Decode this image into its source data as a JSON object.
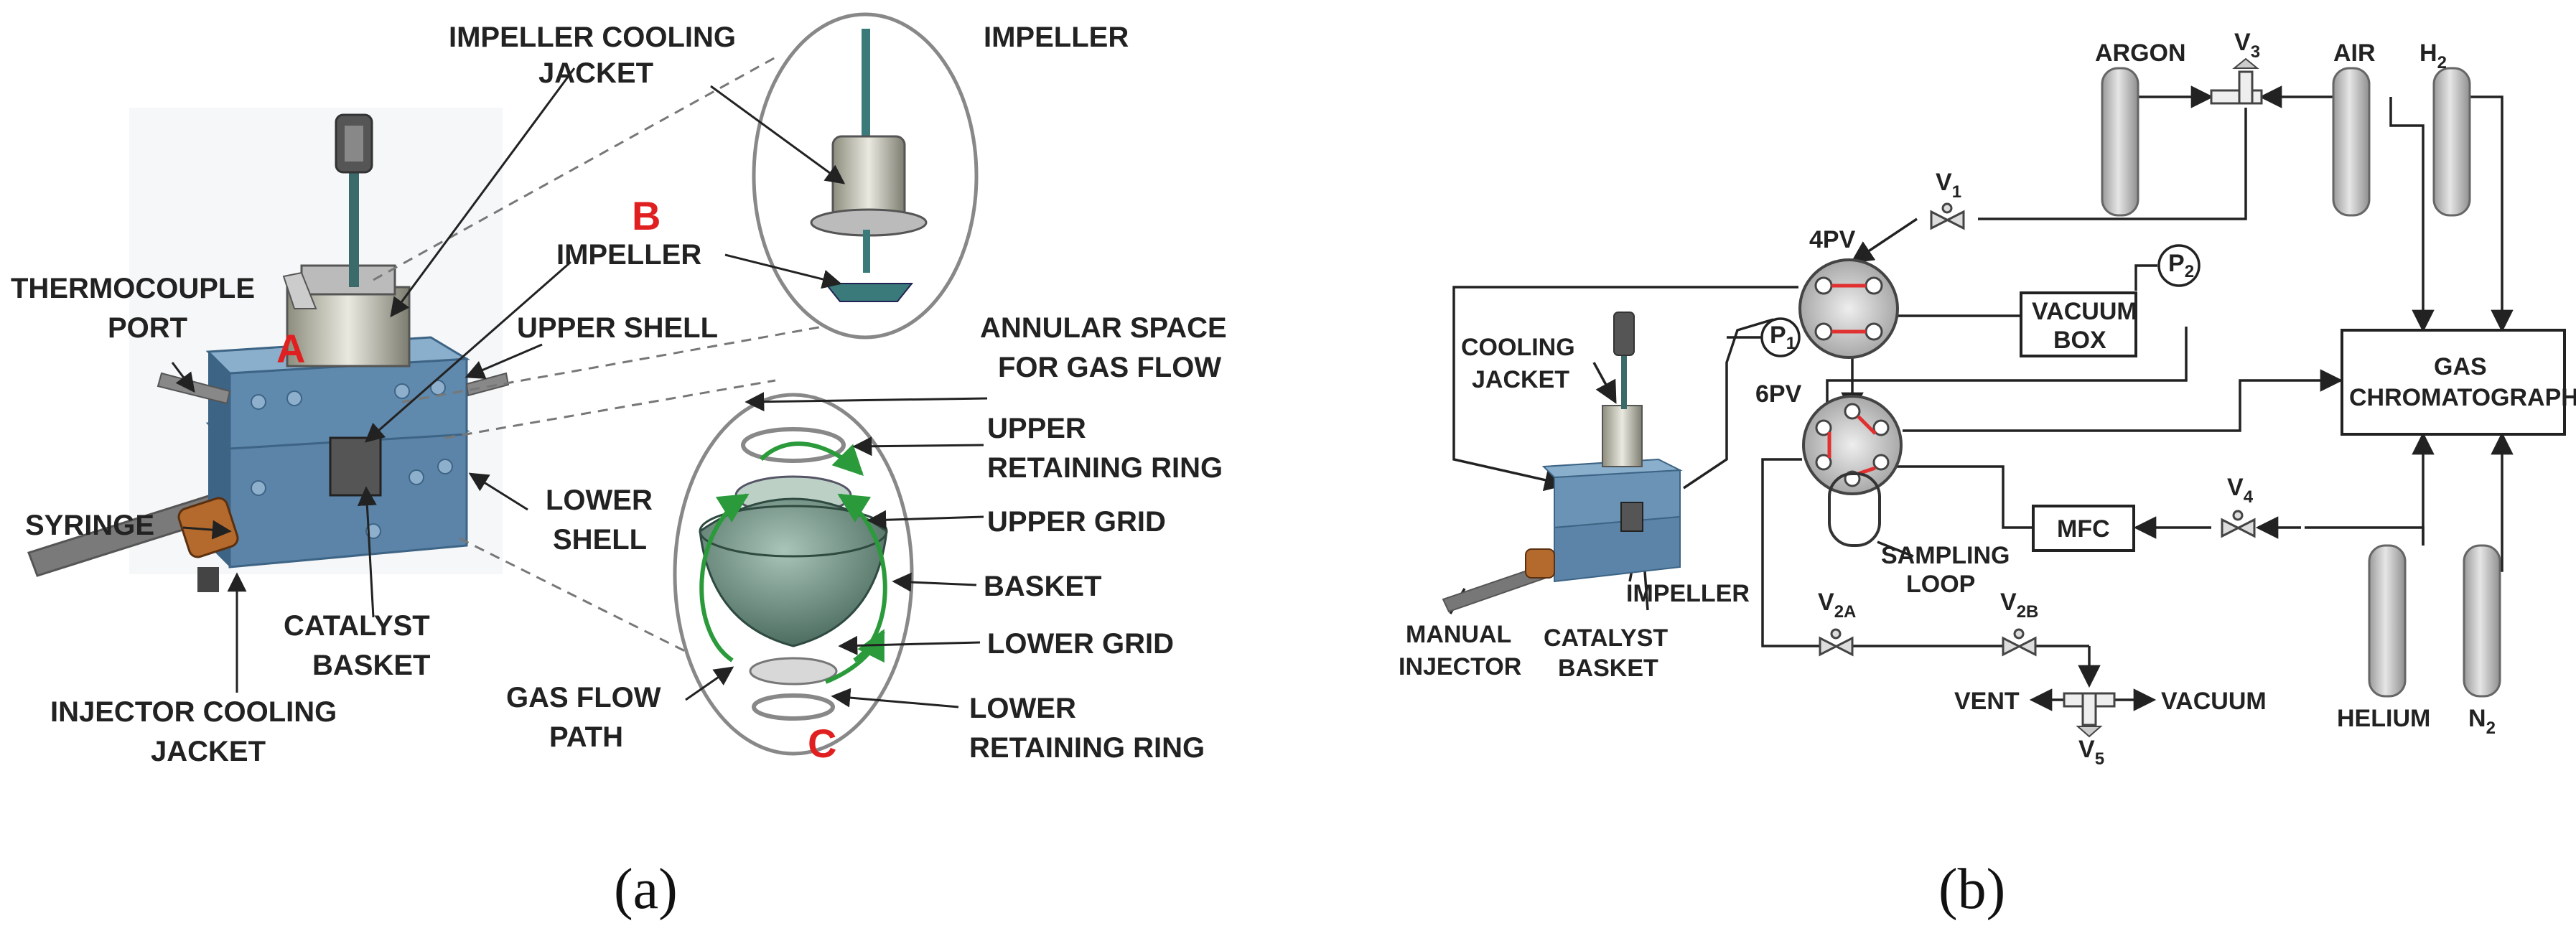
{
  "panel_a": {
    "caption": "(a)",
    "section_letters": {
      "a": "A",
      "b": "B",
      "c": "C"
    },
    "labels": {
      "impeller_cooling_jacket_1": "IMPELLER COOLING",
      "impeller_cooling_jacket_2": "JACKET",
      "impeller_top": "IMPELLER",
      "thermocouple_port_1": "THERMOCOUPLE",
      "thermocouple_port_2": "PORT",
      "impeller_mid": "IMPELLER",
      "upper_shell": "UPPER SHELL",
      "annular_space_1": "ANNULAR  SPACE",
      "annular_space_2": "FOR GAS FLOW",
      "upper_retaining_ring_1": "UPPER",
      "upper_retaining_ring_2": "RETAINING RING",
      "upper_grid": "UPPER GRID",
      "lower_shell_1": "LOWER",
      "lower_shell_2": "SHELL",
      "syringe": "SYRINGE",
      "basket": "BASKET",
      "catalyst_basket_1": "CATALYST",
      "catalyst_basket_2": "BASKET",
      "lower_grid": "LOWER GRID",
      "injector_cooling_jacket_1": "INJECTOR COOLING",
      "injector_cooling_jacket_2": "JACKET",
      "gas_flow_path_1": "GAS FLOW",
      "gas_flow_path_2": "PATH",
      "lower_retaining_ring_1": "LOWER",
      "lower_retaining_ring_2": "RETAINING RING"
    }
  },
  "panel_b": {
    "caption": "(b)",
    "cylinders": {
      "argon": "ARGON",
      "air": "AIR",
      "h2": "H",
      "h2_sub": "2",
      "helium": "HELIUM",
      "n2": "N",
      "n2_sub": "2"
    },
    "valves": {
      "v1": "V",
      "v1_sub": "1",
      "v3": "V",
      "v3_sub": "3",
      "v4": "V",
      "v4_sub": "4",
      "v2a": "V",
      "v2a_sub": "2A",
      "v2b": "V",
      "v2b_sub": "2B",
      "v5": "V",
      "v5_sub": "5"
    },
    "gauges": {
      "p1": "P",
      "p1_sub": "1",
      "p2": "P",
      "p2_sub": "2"
    },
    "components": {
      "four_pv": "4PV",
      "six_pv": "6PV",
      "vacuum_box_1": "VACUUM",
      "vacuum_box_2": "BOX",
      "gas_chromatograph_1": "GAS",
      "gas_chromatograph_2": "CHROMATOGRAPH",
      "mfc": "MFC",
      "sampling_loop_1": "SAMPLING",
      "sampling_loop_2": "LOOP",
      "cooling_jacket_1": "COOLING",
      "cooling_jacket_2": "JACKET",
      "impeller": "IMPELLER",
      "catalyst_basket_1": "CATALYST",
      "catalyst_basket_2": "BASKET",
      "manual_injector_1": "MANUAL",
      "manual_injector_2": "INJECTOR",
      "vent": "VENT",
      "vacuum": "VACUUM"
    }
  },
  "colors": {
    "reactor_blue": "#5b84a8",
    "reactor_dark": "#3d6485",
    "flow_green": "#2a9a3a",
    "letter_red": "#e02020",
    "cylinder_gray": "#c8c8c8",
    "valve_port_red": "#e03030"
  }
}
